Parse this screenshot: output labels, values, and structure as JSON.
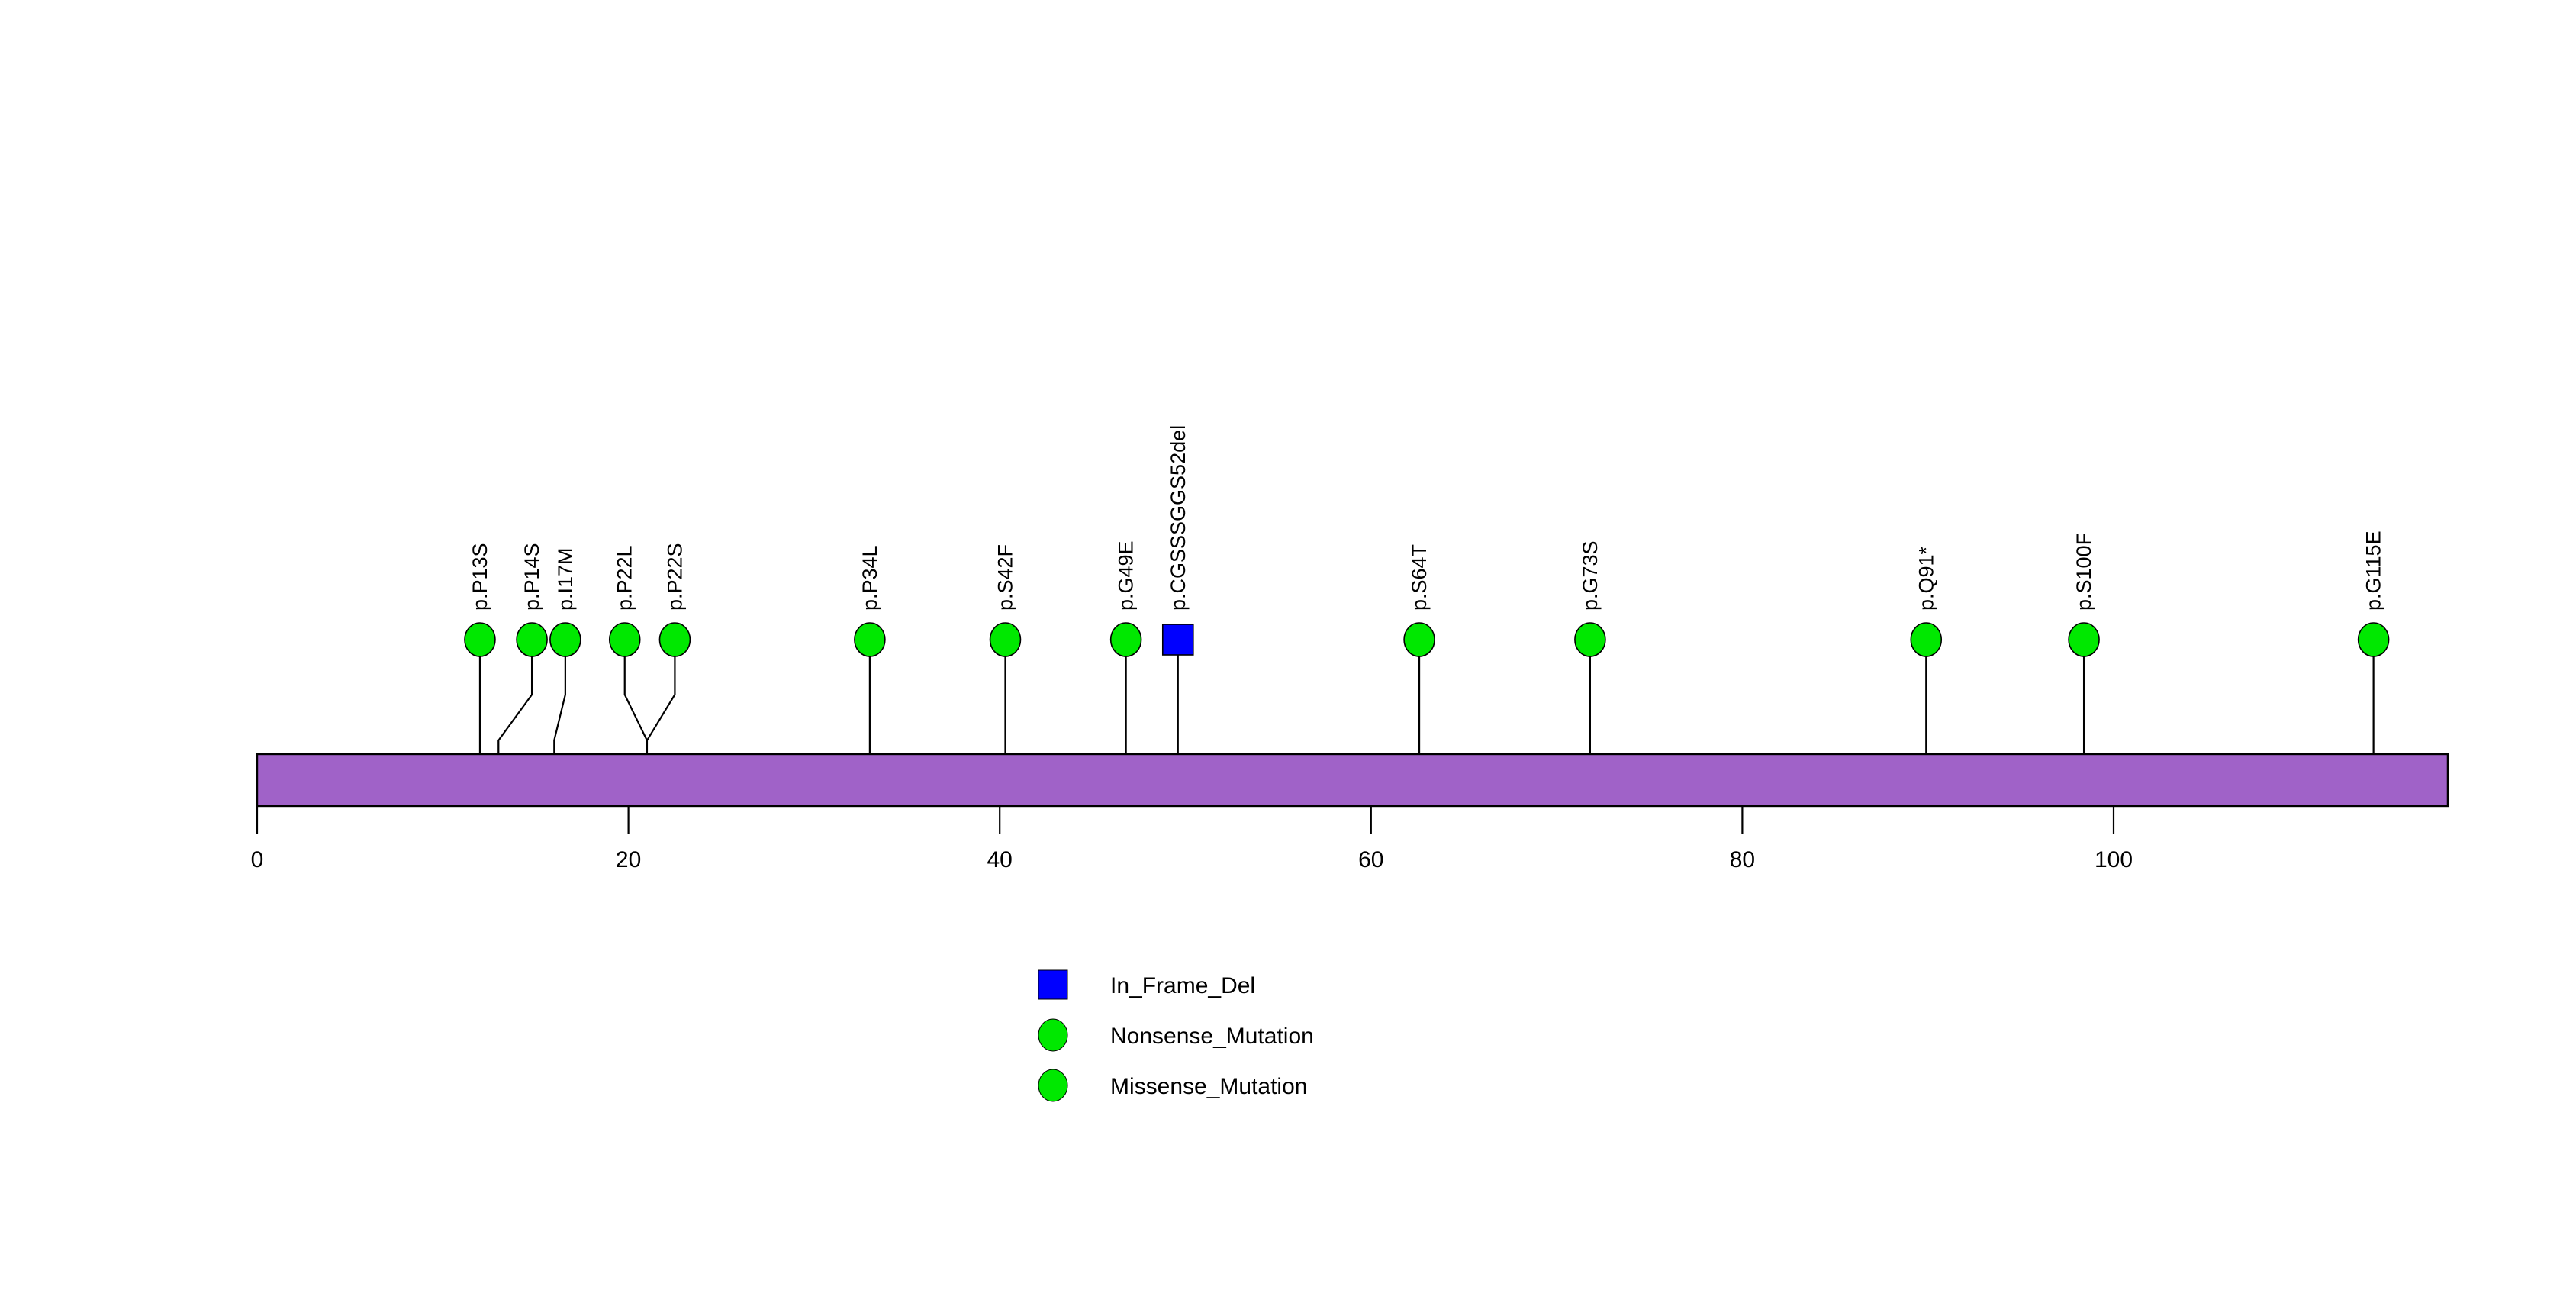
{
  "chart_data": {
    "type": "lollipop",
    "title": "",
    "xlabel": "",
    "ylabel": "",
    "xlim": [
      0,
      118
    ],
    "grid": false,
    "protein": {
      "length": 118,
      "bar_color": "#A062C8",
      "bar_start": 0,
      "bar_end": 118
    },
    "axis": {
      "ticks": [
        0,
        20,
        40,
        60,
        80,
        100
      ],
      "tick_labels": [
        "0",
        "20",
        "40",
        "60",
        "80",
        "100"
      ]
    },
    "mutations": [
      {
        "label": "p.P13S",
        "position": 12,
        "label_x": 12,
        "count": 1,
        "type": "Missense_Mutation",
        "shape": "circle",
        "color": "#00E800"
      },
      {
        "label": "p.P14S",
        "position": 13,
        "label_x": 14.8,
        "count": 1,
        "type": "Missense_Mutation",
        "shape": "circle",
        "color": "#00E800"
      },
      {
        "label": "p.I17M",
        "position": 16,
        "label_x": 16.6,
        "count": 1,
        "type": "Missense_Mutation",
        "shape": "circle",
        "color": "#00E800"
      },
      {
        "label": "p.P22L",
        "position": 21,
        "label_x": 19.8,
        "count": 1,
        "type": "Missense_Mutation",
        "shape": "circle",
        "color": "#00E800"
      },
      {
        "label": "p.P22S",
        "position": 21,
        "label_x": 22.5,
        "count": 1,
        "type": "Missense_Mutation",
        "shape": "circle",
        "color": "#00E800"
      },
      {
        "label": "p.P34L",
        "position": 33,
        "label_x": 33,
        "count": 1,
        "type": "Missense_Mutation",
        "shape": "circle",
        "color": "#00E800"
      },
      {
        "label": "p.S42F",
        "position": 40.3,
        "label_x": 40.3,
        "count": 1,
        "type": "Missense_Mutation",
        "shape": "circle",
        "color": "#00E800"
      },
      {
        "label": "p.G49E",
        "position": 46.8,
        "label_x": 46.8,
        "count": 1,
        "type": "Missense_Mutation",
        "shape": "circle",
        "color": "#00E800"
      },
      {
        "label": "p.CGSSSGGS52del",
        "position": 49.6,
        "label_x": 49.6,
        "count": 1,
        "type": "In_Frame_Del",
        "shape": "square",
        "color": "#0000FF"
      },
      {
        "label": "p.S64T",
        "position": 62.6,
        "label_x": 62.6,
        "count": 1,
        "type": "Missense_Mutation",
        "shape": "circle",
        "color": "#00E800"
      },
      {
        "label": "p.G73S",
        "position": 71.8,
        "label_x": 71.8,
        "count": 1,
        "type": "Missense_Mutation",
        "shape": "circle",
        "color": "#00E800"
      },
      {
        "label": "p.Q91*",
        "position": 89.9,
        "label_x": 89.9,
        "count": 1,
        "type": "Nonsense_Mutation",
        "shape": "circle",
        "color": "#00E800"
      },
      {
        "label": "p.S100F",
        "position": 98.4,
        "label_x": 98.4,
        "count": 1,
        "type": "Missense_Mutation",
        "shape": "circle",
        "color": "#00E800"
      },
      {
        "label": "p.G115E",
        "position": 114,
        "label_x": 114,
        "count": 1,
        "type": "Missense_Mutation",
        "shape": "circle",
        "color": "#00E800"
      }
    ],
    "legend": {
      "position": "bottom-center",
      "entries": [
        {
          "label": "In_Frame_Del",
          "shape": "square",
          "color": "#0000FF"
        },
        {
          "label": "Nonsense_Mutation",
          "shape": "circle",
          "color": "#00E800"
        },
        {
          "label": "Missense_Mutation",
          "shape": "circle",
          "color": "#00E800"
        }
      ]
    },
    "colors": {
      "protein_bar": "#A062C8",
      "missense": "#00E800",
      "nonsense": "#00E800",
      "in_frame_del": "#0000FF",
      "outline": "#000000",
      "background": "#FFFFFF"
    }
  }
}
